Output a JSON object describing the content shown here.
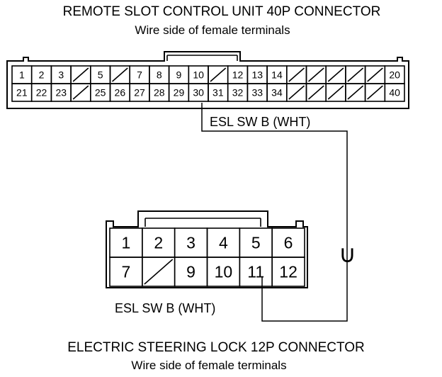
{
  "top_connector": {
    "title": "REMOTE SLOT CONTROL UNIT 40P CONNECTOR",
    "subtitle": "Wire side of female terminals",
    "row1": [
      "1",
      "2",
      "3",
      "/",
      "5",
      "/",
      "7",
      "8",
      "9",
      "10",
      "/",
      "12",
      "13",
      "14",
      "/",
      "/",
      "/",
      "/",
      "/",
      "20"
    ],
    "row2": [
      "21",
      "22",
      "23",
      "/",
      "25",
      "26",
      "27",
      "28",
      "29",
      "30",
      "31",
      "32",
      "33",
      "34",
      "/",
      "/",
      "/",
      "/",
      "/",
      "40"
    ],
    "wire_label": "ESL SW B (WHT)"
  },
  "bottom_connector": {
    "title": "ELECTRIC STEERING LOCK 12P CONNECTOR",
    "subtitle": "Wire side of female terminals",
    "row1": [
      "1",
      "2",
      "3",
      "4",
      "5",
      "6"
    ],
    "row2": [
      "7",
      "/",
      "9",
      "10",
      "11",
      "12"
    ],
    "wire_label": "ESL SW B (WHT)"
  },
  "continuity_symbol": "∪"
}
